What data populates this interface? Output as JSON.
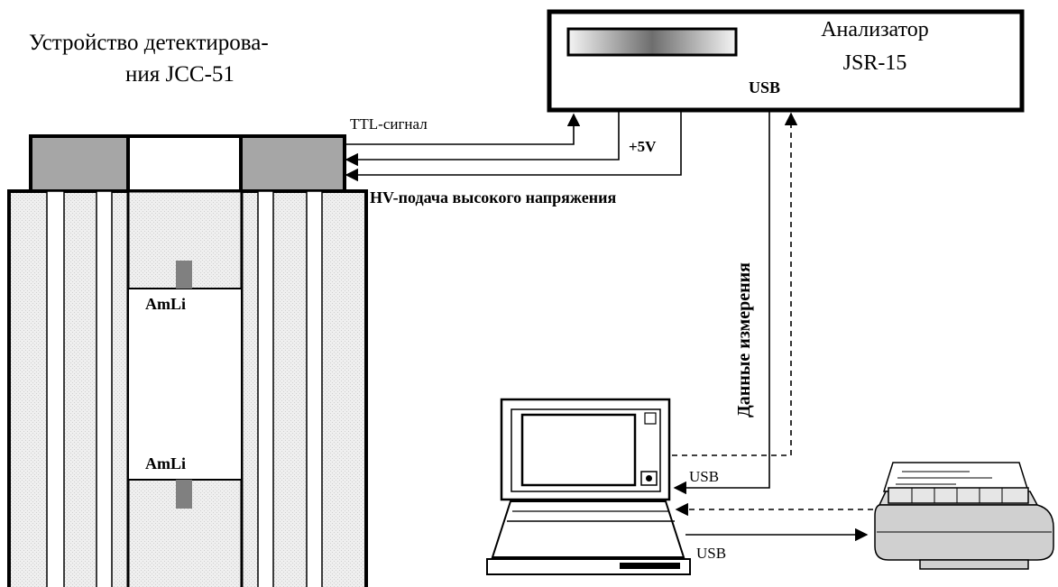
{
  "device": {
    "title_line1": "Устройство детектирова-",
    "title_line2": "ния JCC-51",
    "source_top": "AmLi",
    "source_bottom": "AmLi"
  },
  "analyzer": {
    "name_line1": "Анализатор",
    "name_line2": "JSR-15",
    "port": "USB"
  },
  "signals": {
    "ttl": "TTL-сигнал",
    "power": "+5V",
    "hv": "HV-подача высокого напряжения",
    "measurement_data": "Данные измерения"
  },
  "links": {
    "usb_analyzer_computer": "USB",
    "usb_computer_printer": "USB"
  },
  "colors": {
    "detector_fill": "#ececec",
    "block_gray": "#a6a6a6",
    "source_gray": "#808080",
    "printer_gray": "#d9d9d9"
  }
}
